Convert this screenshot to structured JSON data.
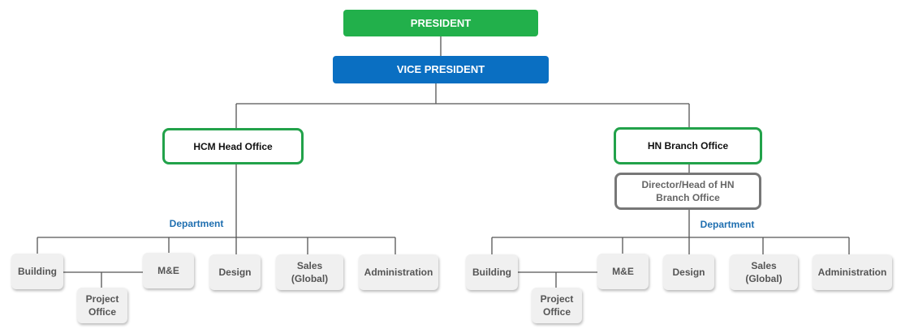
{
  "president": {
    "label": "PRESIDENT",
    "color": "#22b04b"
  },
  "vice_president": {
    "label": "VICE PRESIDENT",
    "color": "#0a6fc2"
  },
  "hcm": {
    "office": "HCM Head Office",
    "department_label": "Department",
    "departments": {
      "building": "Building",
      "project_office": "Project\nOffice",
      "me": "M&E",
      "design": "Design",
      "sales": "Sales\n(Global)",
      "administration": "Administration"
    }
  },
  "hn": {
    "office": "HN Branch Office",
    "director": "Director/Head of HN\nBranch Office",
    "department_label": "Department",
    "departments": {
      "building": "Building",
      "project_office": "Project\nOffice",
      "me": "M&E",
      "design": "Design",
      "sales": "Sales\n(Global)",
      "administration": "Administration"
    }
  },
  "colors": {
    "office_border": "#22a24a",
    "director_border": "#777777",
    "department_text": "#1f6fb0",
    "connector": "#555555"
  }
}
